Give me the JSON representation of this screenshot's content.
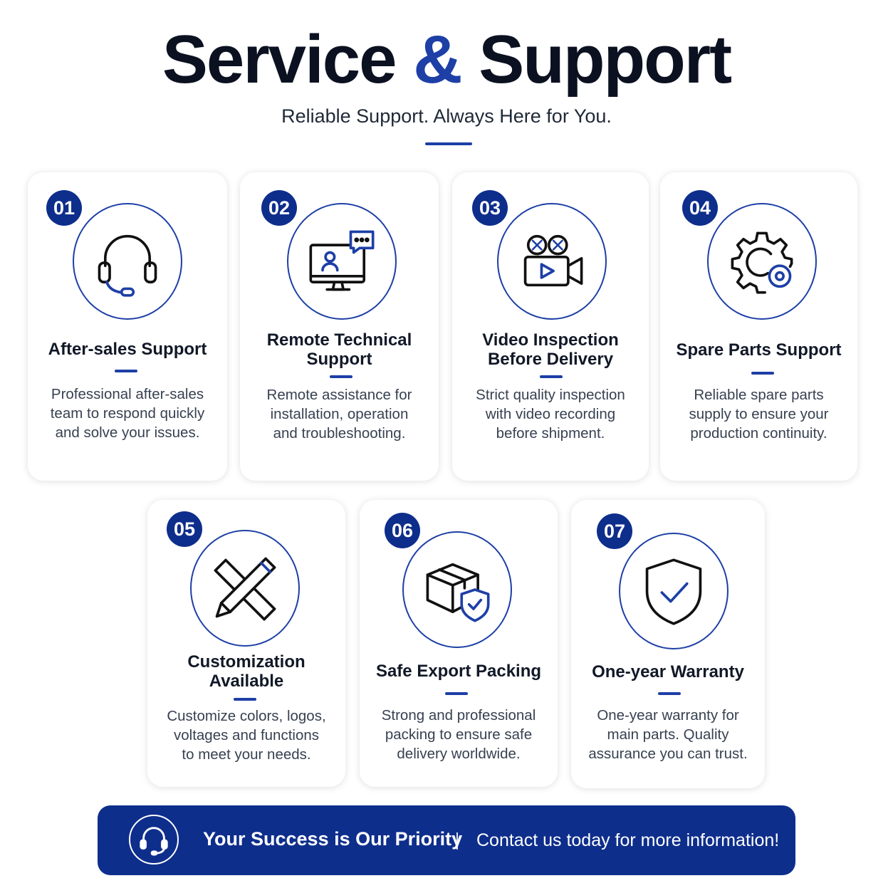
{
  "header": {
    "title_part1": "Service",
    "title_amp": "&",
    "title_part2": "Support",
    "subtitle": "Reliable Support. Always Here for You."
  },
  "colors": {
    "accent": "#1d3fa6",
    "badge": "#0e2e8c",
    "banner": "#0e2e8c"
  },
  "cards": [
    {
      "number": "01",
      "title_lines": [
        "After-sales Support"
      ],
      "desc_lines": [
        "Professional after-sales",
        "team to respond quickly",
        "and solve your issues."
      ],
      "icon": "headset-icon"
    },
    {
      "number": "02",
      "title_lines": [
        "Remote Technical",
        "Support"
      ],
      "desc_lines": [
        "Remote assistance for",
        "installation, operation",
        "and troubleshooting."
      ],
      "icon": "monitor-chat-icon"
    },
    {
      "number": "03",
      "title_lines": [
        "Video Inspection",
        "Before Delivery"
      ],
      "desc_lines": [
        "Strict quality inspection",
        "with video recording",
        "before shipment."
      ],
      "icon": "video-camera-icon"
    },
    {
      "number": "04",
      "title_lines": [
        "Spare Parts Support"
      ],
      "desc_lines": [
        "Reliable spare parts",
        "supply to ensure your",
        "production continuity."
      ],
      "icon": "gear-icon"
    },
    {
      "number": "05",
      "title_lines": [
        "Customization",
        "Available"
      ],
      "desc_lines": [
        "Customize colors, logos,",
        "voltages and functions",
        "to meet your needs."
      ],
      "icon": "ruler-pencil-icon"
    },
    {
      "number": "06",
      "title_lines": [
        "Safe Export Packing"
      ],
      "desc_lines": [
        "Strong and professional",
        "packing to ensure safe",
        "delivery worldwide."
      ],
      "icon": "box-shield-icon"
    },
    {
      "number": "07",
      "title_lines": [
        "One-year Warranty"
      ],
      "desc_lines": [
        "One-year warranty for",
        "main parts. Quality",
        "assurance you can trust."
      ],
      "icon": "shield-check-icon"
    }
  ],
  "banner": {
    "main": "Your Success is Our Priority",
    "separator": "|",
    "sub": "Contact us today for more information!",
    "icon": "headset-icon"
  }
}
